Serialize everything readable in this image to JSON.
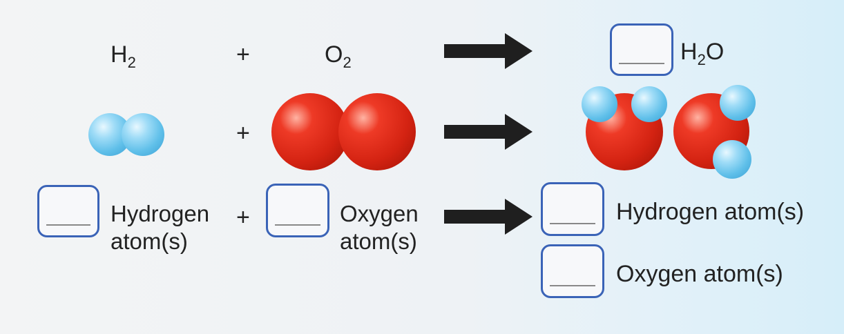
{
  "equation": {
    "reactant1": {
      "symbol": "H",
      "subscript": "2"
    },
    "plus": "+",
    "reactant2": {
      "symbol": "O",
      "subscript": "2"
    },
    "product": {
      "symbol_before": "H",
      "subscript": "2",
      "symbol_after": "O"
    }
  },
  "models": {
    "plus": "+",
    "hydrogen_molecule": {
      "atoms": [
        "hydrogen",
        "hydrogen"
      ]
    },
    "oxygen_molecule": {
      "atoms": [
        "oxygen",
        "oxygen"
      ]
    },
    "water_molecules": [
      {
        "atoms": [
          "oxygen",
          "hydrogen",
          "hydrogen"
        ]
      },
      {
        "atoms": [
          "oxygen",
          "hydrogen",
          "hydrogen"
        ]
      }
    ]
  },
  "atom_count": {
    "reactant_hydrogen_line1": "Hydrogen",
    "reactant_hydrogen_line2": "atom(s)",
    "plus": "+",
    "reactant_oxygen_line1": "Oxygen",
    "reactant_oxygen_line2": "atom(s)",
    "product_hydrogen": "Hydrogen atom(s)",
    "product_oxygen": "Oxygen atom(s)"
  },
  "colors": {
    "hydrogen": "#5fbfe9",
    "oxygen": "#d42312",
    "box_border": "#3a63b7",
    "arrow": "#1f1f1f"
  },
  "icons": [
    "right-arrow-icon"
  ]
}
